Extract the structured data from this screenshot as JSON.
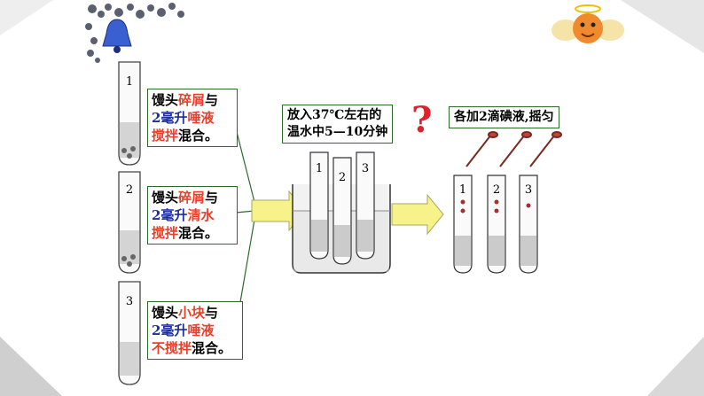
{
  "labels": [
    {
      "l1a": "馒头",
      "l1b": "碎屑",
      "l1c": "与",
      "l2a": "2毫升",
      "l2b": "唾液",
      "l3a": "搅拌",
      "l3b": "混合。"
    },
    {
      "l1a": "馒头",
      "l1b": "碎屑",
      "l1c": "与",
      "l2a": "2毫升",
      "l2b": "清水",
      "l3a": "搅拌",
      "l3b": "混合。"
    },
    {
      "l1a": "馒头",
      "l1b": "小块",
      "l1c": "与",
      "l2a": "2毫升",
      "l2b": "唾液",
      "l3a": "不搅拌",
      "l3b": "混合。"
    }
  ],
  "tube_numbers": [
    "1",
    "2",
    "3"
  ],
  "warm_water": {
    "line1": "放入37℃左右的",
    "line2": "温水中5—10分钟"
  },
  "iodine": {
    "text": "各加2滴碘液,摇匀"
  },
  "question_mark": "?",
  "colors": {
    "label_border": "#2c6a2c",
    "red_text": "#e8402b",
    "blue_text": "#1a2fa0",
    "arrow_fill": "#f7f28a",
    "question": "#e0202a"
  },
  "icons": [
    "bell-icon",
    "cupid-icon"
  ]
}
